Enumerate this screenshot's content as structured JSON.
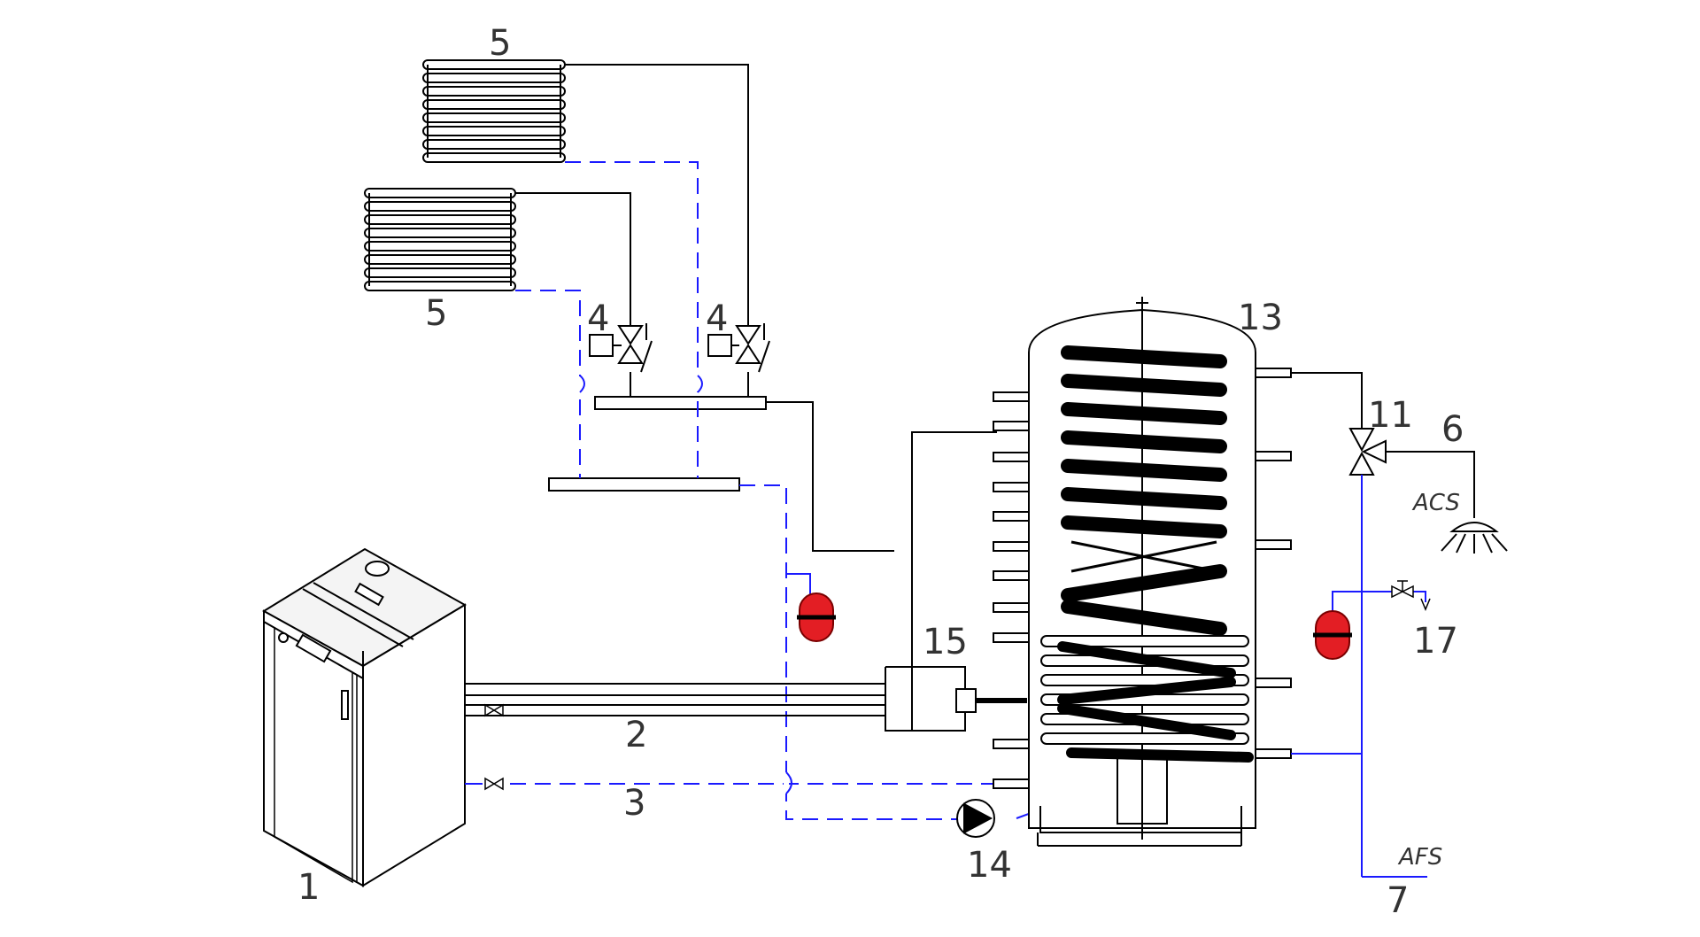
{
  "diagram": {
    "colors": {
      "line": "#000000",
      "return_line": "#1a1aff",
      "expansion_vessel": "#e31e24",
      "label": "#333333"
    },
    "labels": {
      "boiler": "1",
      "flow_pipe": "2",
      "return_pipe": "3",
      "valve_a": "4",
      "valve_b": "4",
      "radiator_top": "5",
      "radiator_bottom": "5",
      "hot_water_outlet": "6",
      "cold_water_inlet": "7",
      "mixing_valve": "11",
      "storage_tank": "13",
      "pump": "14",
      "heat_exchanger_unit": "15",
      "drain_valve": "17"
    },
    "abbreviations": {
      "acs": "ACS",
      "afs": "AFS"
    }
  }
}
